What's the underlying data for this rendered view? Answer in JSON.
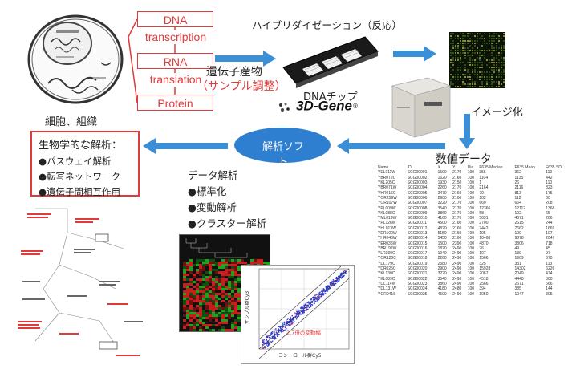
{
  "cell_label": "細胞、組織",
  "flow": {
    "dna": "DNA",
    "transcription": "transcription",
    "rna": "RNA",
    "translation": "translation",
    "protein": "Protein"
  },
  "gene_product": {
    "line1": "遺伝子産物",
    "line2": "（サンプル調整）"
  },
  "hybridization": "ハイブリダイゼーション（反応）",
  "dna_chip": {
    "label": "DNAチップ",
    "brand": "3D-Gene",
    "brand_mark": "®"
  },
  "imaging": "イメージ化",
  "numeric_data": "数値データ",
  "software": "解析ソフト",
  "bio_analysis": {
    "title": "生物学的な解析：",
    "items": [
      "●パスウェイ解析",
      "●転写ネットワーク",
      "●遺伝子間相互作用"
    ]
  },
  "data_analysis": {
    "title": "データ解析",
    "items": [
      "●標準化",
      "●変動解析",
      "●クラスター解析"
    ]
  },
  "scatter": {
    "x_label": "コントロール群Cy5",
    "y_label": "サンプル群Cy3",
    "annotation": "2.7倍の変動幅"
  },
  "table": {
    "headers": [
      "Name",
      "ID",
      "X",
      "Y",
      "Dia",
      "F635 Median",
      "F635 Mean",
      "F635 SD"
    ],
    "rows": [
      [
        "YEL011W",
        "SCG00001",
        "1500",
        "2170",
        "100",
        "355",
        "362",
        "119"
      ],
      [
        "YBR072C",
        "SCG00002",
        "1620",
        "2160",
        "100",
        "1104",
        "1135",
        "442"
      ],
      [
        "YKL205C",
        "SCG00003",
        "1930",
        "2150",
        "100",
        "1",
        "26",
        "110"
      ],
      [
        "YBR071W",
        "SCG00004",
        "2260",
        "2170",
        "100",
        "2164",
        "2116",
        "823"
      ],
      [
        "YHR016C",
        "SCG00005",
        "2470",
        "2160",
        "100",
        "79",
        "813",
        "175"
      ],
      [
        "YOR259W",
        "SCG00006",
        "2900",
        "2160",
        "100",
        "102",
        "112",
        "80"
      ],
      [
        "YOR107W",
        "SCG00007",
        "3220",
        "2170",
        "100",
        "660",
        "664",
        "208"
      ],
      [
        "YPL009W",
        "SCG00008",
        "3540",
        "2170",
        "100",
        "12366",
        "12112",
        "1368"
      ],
      [
        "YKL088C",
        "SCG00009",
        "3860",
        "2170",
        "100",
        "58",
        "102",
        "65"
      ],
      [
        "YML019W",
        "SCG00010",
        "4160",
        "2170",
        "100",
        "5631",
        "4671",
        "206"
      ],
      [
        "YPL126W",
        "SCG00011",
        "4500",
        "2160",
        "100",
        "2700",
        "2615",
        "244"
      ],
      [
        "YHL013W",
        "SCG00012",
        "4820",
        "2160",
        "100",
        "7442",
        "7662",
        "1669"
      ],
      [
        "YDR100W",
        "SCG00013",
        "5150",
        "2160",
        "100",
        "105",
        "109",
        "107"
      ],
      [
        "YHR046W",
        "SCG00014",
        "5450",
        "2160",
        "100",
        "10468",
        "9878",
        "2047"
      ],
      [
        "YER035W",
        "SCG00015",
        "1500",
        "2390",
        "100",
        "4870",
        "3806",
        "718"
      ],
      [
        "YBR192W",
        "SCG00016",
        "1820",
        "2490",
        "100",
        "26",
        "49",
        "45"
      ],
      [
        "YLR300C",
        "SCG00017",
        "1940",
        "2490",
        "100",
        "107",
        "139",
        "97"
      ],
      [
        "YOR120C",
        "SCG00018",
        "2260",
        "2490",
        "100",
        "1566",
        "1909",
        "370"
      ],
      [
        "YDL179C",
        "SCG00019",
        "2580",
        "2490",
        "100",
        "325",
        "331",
        "113"
      ],
      [
        "YDR025C",
        "SCG00020",
        "2900",
        "2490",
        "100",
        "15928",
        "14302",
        "6226"
      ],
      [
        "YKL130C",
        "SCG00021",
        "3220",
        "2490",
        "100",
        "2067",
        "2049",
        "474"
      ],
      [
        "YKL089C",
        "SCG00022",
        "3540",
        "2490",
        "100",
        "4518",
        "4448",
        "800"
      ],
      [
        "YDL114W",
        "SCG00023",
        "3860",
        "2490",
        "100",
        "2566",
        "2671",
        "666"
      ],
      [
        "YDL131W",
        "SCG00024",
        "4180",
        "2480",
        "100",
        "394",
        "385",
        "144"
      ],
      [
        "YGR041S",
        "SCG00025",
        "4500",
        "2490",
        "100",
        "1050",
        "1047",
        "305"
      ]
    ]
  },
  "colors": {
    "accent_red": "#e03a3a",
    "arrow_blue": "#3b8fd6",
    "ellipse_blue": "#2e7fcf"
  }
}
